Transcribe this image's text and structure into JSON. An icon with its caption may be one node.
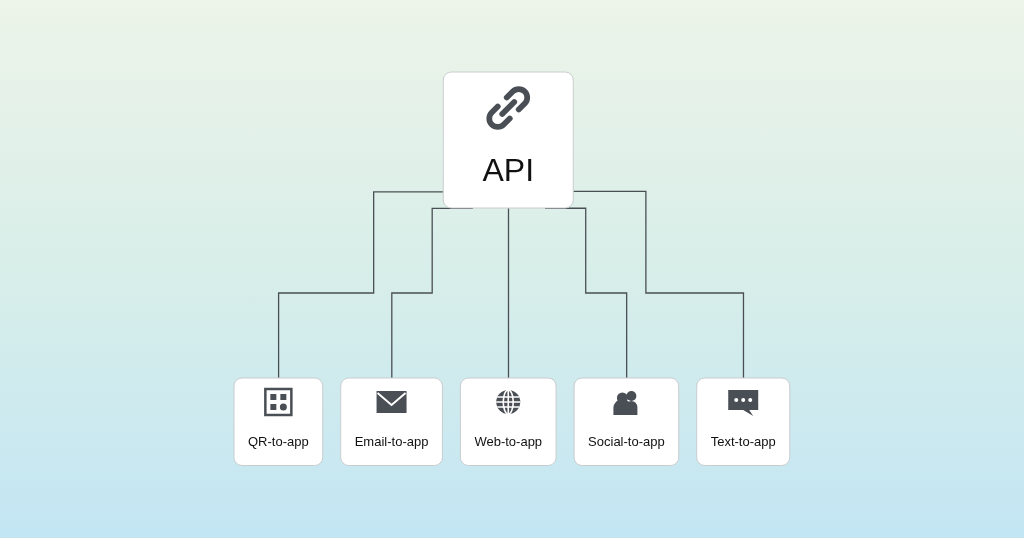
{
  "diagram": {
    "nodes": [
      {
        "text": [
          "API"
        ]
      },
      {
        "text": [
          "QR-to-app"
        ]
      },
      {
        "text": [
          "Email-to-app"
        ]
      },
      {
        "text": [
          "Web-to-app"
        ]
      },
      {
        "text": [
          "Social-to-app"
        ]
      },
      {
        "text": [
          "Text-to-app"
        ]
      }
    ],
    "edges": [
      {
        "from": 0,
        "to": 1,
        "arrow": "none"
      },
      {
        "from": 0,
        "to": 2,
        "arrow": "none"
      },
      {
        "from": 0,
        "to": 3,
        "arrow": "none"
      },
      {
        "from": 0,
        "to": 4,
        "arrow": "none"
      },
      {
        "from": 0,
        "to": 5,
        "arrow": "none"
      }
    ]
  }
}
